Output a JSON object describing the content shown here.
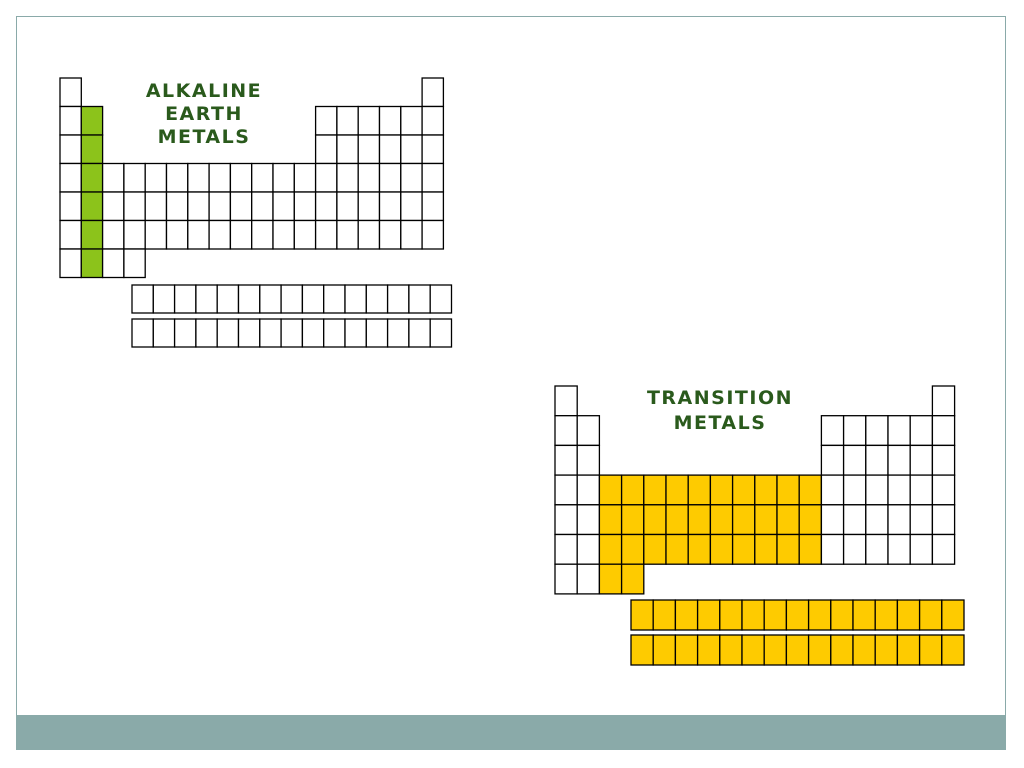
{
  "colors": {
    "slide_border": "#8aaaa9",
    "footer_bar": "#8aaaa9",
    "cell_stroke": "#000000",
    "cell_fill": "#ffffff",
    "alkaline_earth_highlight": "#8cc31b",
    "transition_highlight": "#fecb00",
    "label_text": "#2a5a1c"
  },
  "diagrams": [
    {
      "id": "alkaline",
      "label_lines": [
        "ALKALINE",
        "EARTH",
        "METALS"
      ],
      "highlight_color_key": "alkaline_earth_highlight",
      "highlighted": "group-2"
    },
    {
      "id": "transition",
      "label_lines": [
        "TRANSITION",
        "METALS"
      ],
      "highlight_color_key": "transition_highlight",
      "highlighted": "d-block-and-f-block"
    }
  ]
}
